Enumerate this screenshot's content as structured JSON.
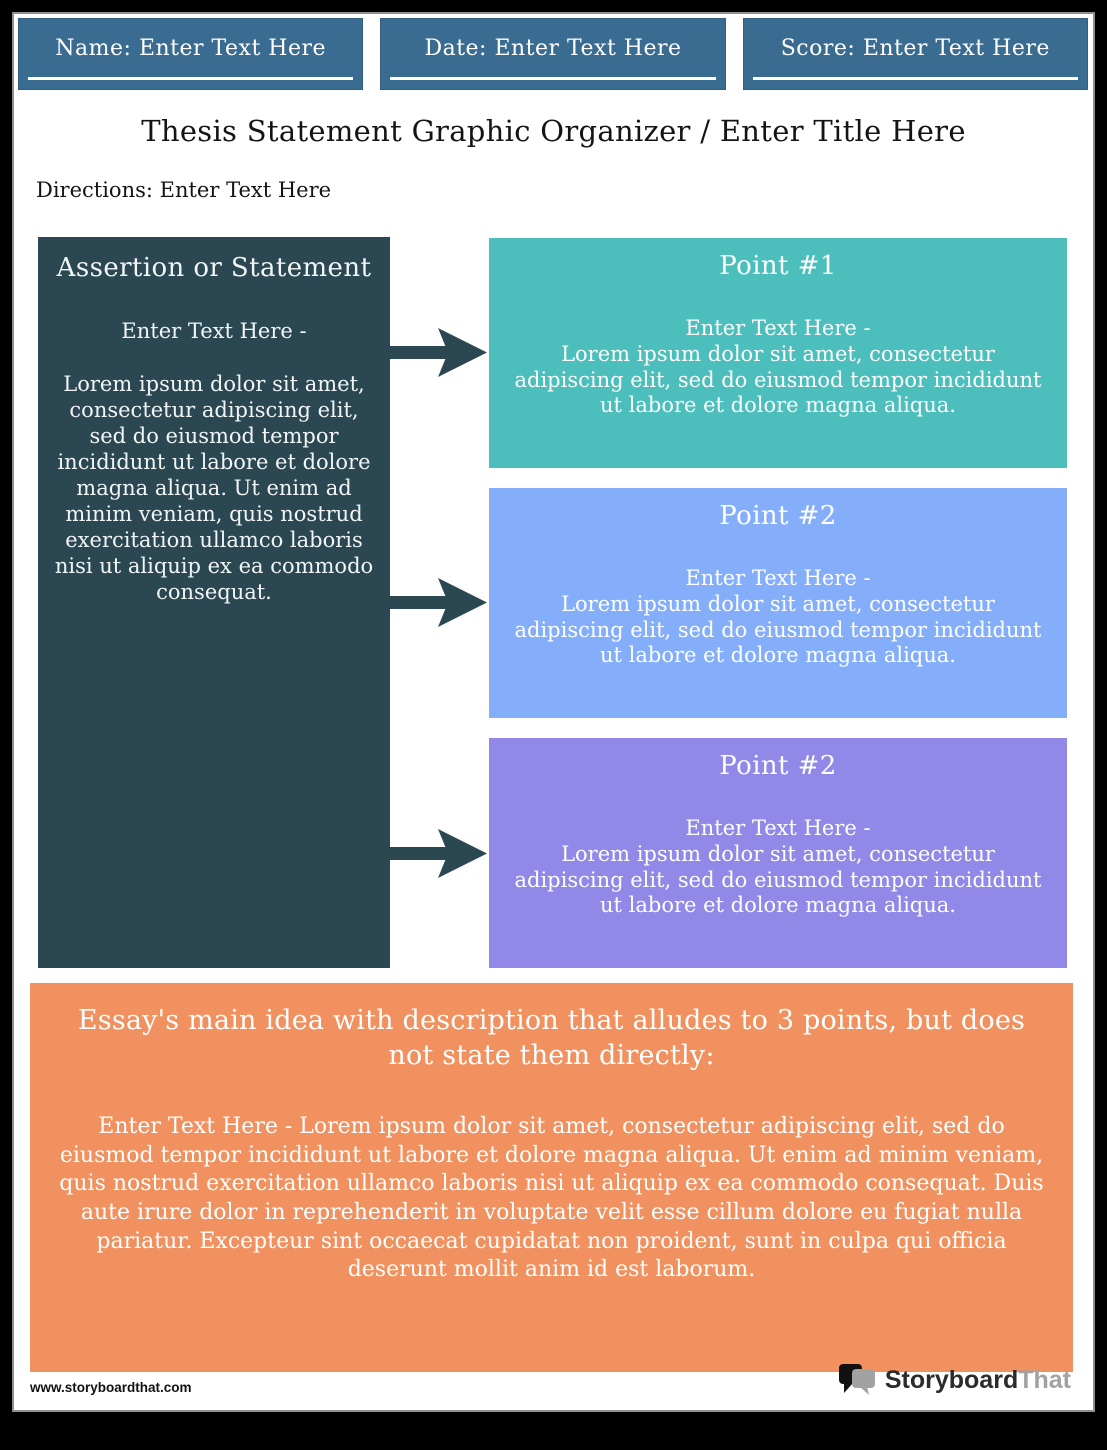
{
  "header_fields": [
    {
      "label": "Name: Enter Text Here"
    },
    {
      "label": "Date: Enter Text Here"
    },
    {
      "label": "Score: Enter Text Here"
    }
  ],
  "title": "Thesis Statement Graphic Organizer / Enter Title Here",
  "directions": "Directions: Enter Text Here",
  "assertion": {
    "title": "Assertion or Statement",
    "subtitle": "Enter Text Here -",
    "body": "Lorem ipsum dolor sit amet, consectetur adipiscing elit, sed do eiusmod tempor incididunt ut labore et dolore magna aliqua. Ut enim ad minim veniam, quis nostrud exercitation ullamco laboris nisi ut aliquip ex ea commodo consequat.",
    "color": "#2a4752"
  },
  "points": [
    {
      "title": "Point #1",
      "subtitle": "Enter Text Here -",
      "body": "Lorem ipsum dolor sit amet, consectetur adipiscing elit, sed do eiusmod tempor incididunt ut labore et dolore magna aliqua.",
      "color": "#4cbfbc"
    },
    {
      "title": "Point #2",
      "subtitle": "Enter Text Here -",
      "body": "Lorem ipsum dolor sit amet, consectetur adipiscing elit, sed do eiusmod tempor incididunt ut labore et dolore magna aliqua.",
      "color": "#85aefa"
    },
    {
      "title": "Point #2",
      "subtitle": "Enter Text Here -",
      "body": "Lorem ipsum dolor sit amet, consectetur adipiscing elit, sed do eiusmod tempor incididunt ut labore et dolore magna aliqua.",
      "color": "#9188e8"
    }
  ],
  "main_idea": {
    "title": "Essay's main idea with description that alludes to 3 points, but does not state them directly:",
    "body": "Enter Text Here - Lorem ipsum dolor sit amet, consectetur adipiscing elit, sed do eiusmod tempor incididunt ut labore et dolore magna aliqua. Ut enim ad minim veniam, quis nostrud exercitation ullamco laboris nisi ut aliquip ex ea commodo consequat. Duis aute irure dolor in reprehenderit in voluptate velit esse cillum dolore eu fugiat nulla pariatur. Excepteur sint occaecat cupidatat non proident, sunt in culpa qui officia deserunt mollit anim id est laborum.",
    "color": "#f0915f"
  },
  "footer": {
    "url": "www.storyboardthat.com",
    "brand_primary": "Storyboard",
    "brand_secondary": "That"
  },
  "colors": {
    "header_field_bg": "#3a6b90",
    "arrow": "#2a4752",
    "frame": "#000000",
    "page_bg": "#ffffff",
    "logo_gray": "#a2a2a2"
  }
}
